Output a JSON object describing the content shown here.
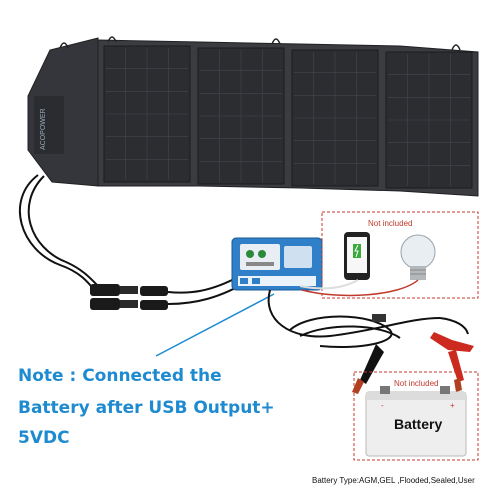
{
  "panel": {
    "brand_text": "ACOPOWER",
    "panel_count": 4,
    "colors": {
      "frame": "#3a3c40",
      "cell": "#2b2d31",
      "grid": "#44474d"
    }
  },
  "controller": {
    "colors": {
      "body": "#2f80c8",
      "face": "#e8eef4"
    }
  },
  "usb_load_box": {
    "not_included": "Not included",
    "devices": [
      "phone-icon",
      "light-bulb-icon"
    ]
  },
  "battery_box": {
    "not_included": "Not included",
    "label": "Battery",
    "terminals": [
      "-",
      "+"
    ]
  },
  "note": {
    "line1": "Note : Connected the",
    "line2": "Battery after  USB Output+",
    "line3": "5VDC",
    "color": "#1e8bd0"
  },
  "battery_type": "Battery Type:AGM,GEL ,Flooded,Sealed,User"
}
